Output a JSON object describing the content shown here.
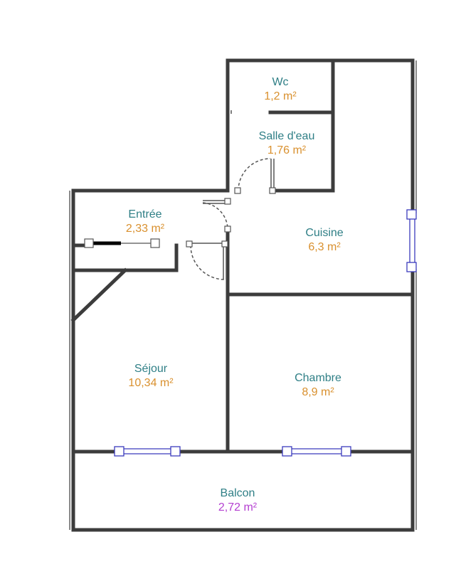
{
  "colors": {
    "wall": "#3c3c3c",
    "room_name": "#2f7f86",
    "area": "#d9902e",
    "balcony_area": "#b43fd1",
    "window": "#3b3bbd",
    "door": "#555555",
    "background": "#ffffff"
  },
  "rooms": [
    {
      "id": "wc",
      "name": "Wc",
      "area": "1,2 m²"
    },
    {
      "id": "salle-deau",
      "name": "Salle d'eau",
      "area": "1,76 m²"
    },
    {
      "id": "entree",
      "name": "Entrée",
      "area": "2,33 m²"
    },
    {
      "id": "cuisine",
      "name": "Cuisine",
      "area": "6,3 m²"
    },
    {
      "id": "sejour",
      "name": "Séjour",
      "area": "10,34 m²"
    },
    {
      "id": "chambre",
      "name": "Chambre",
      "area": "8,9 m²"
    },
    {
      "id": "balcon",
      "name": "Balcon",
      "area": "2,72 m²"
    }
  ]
}
